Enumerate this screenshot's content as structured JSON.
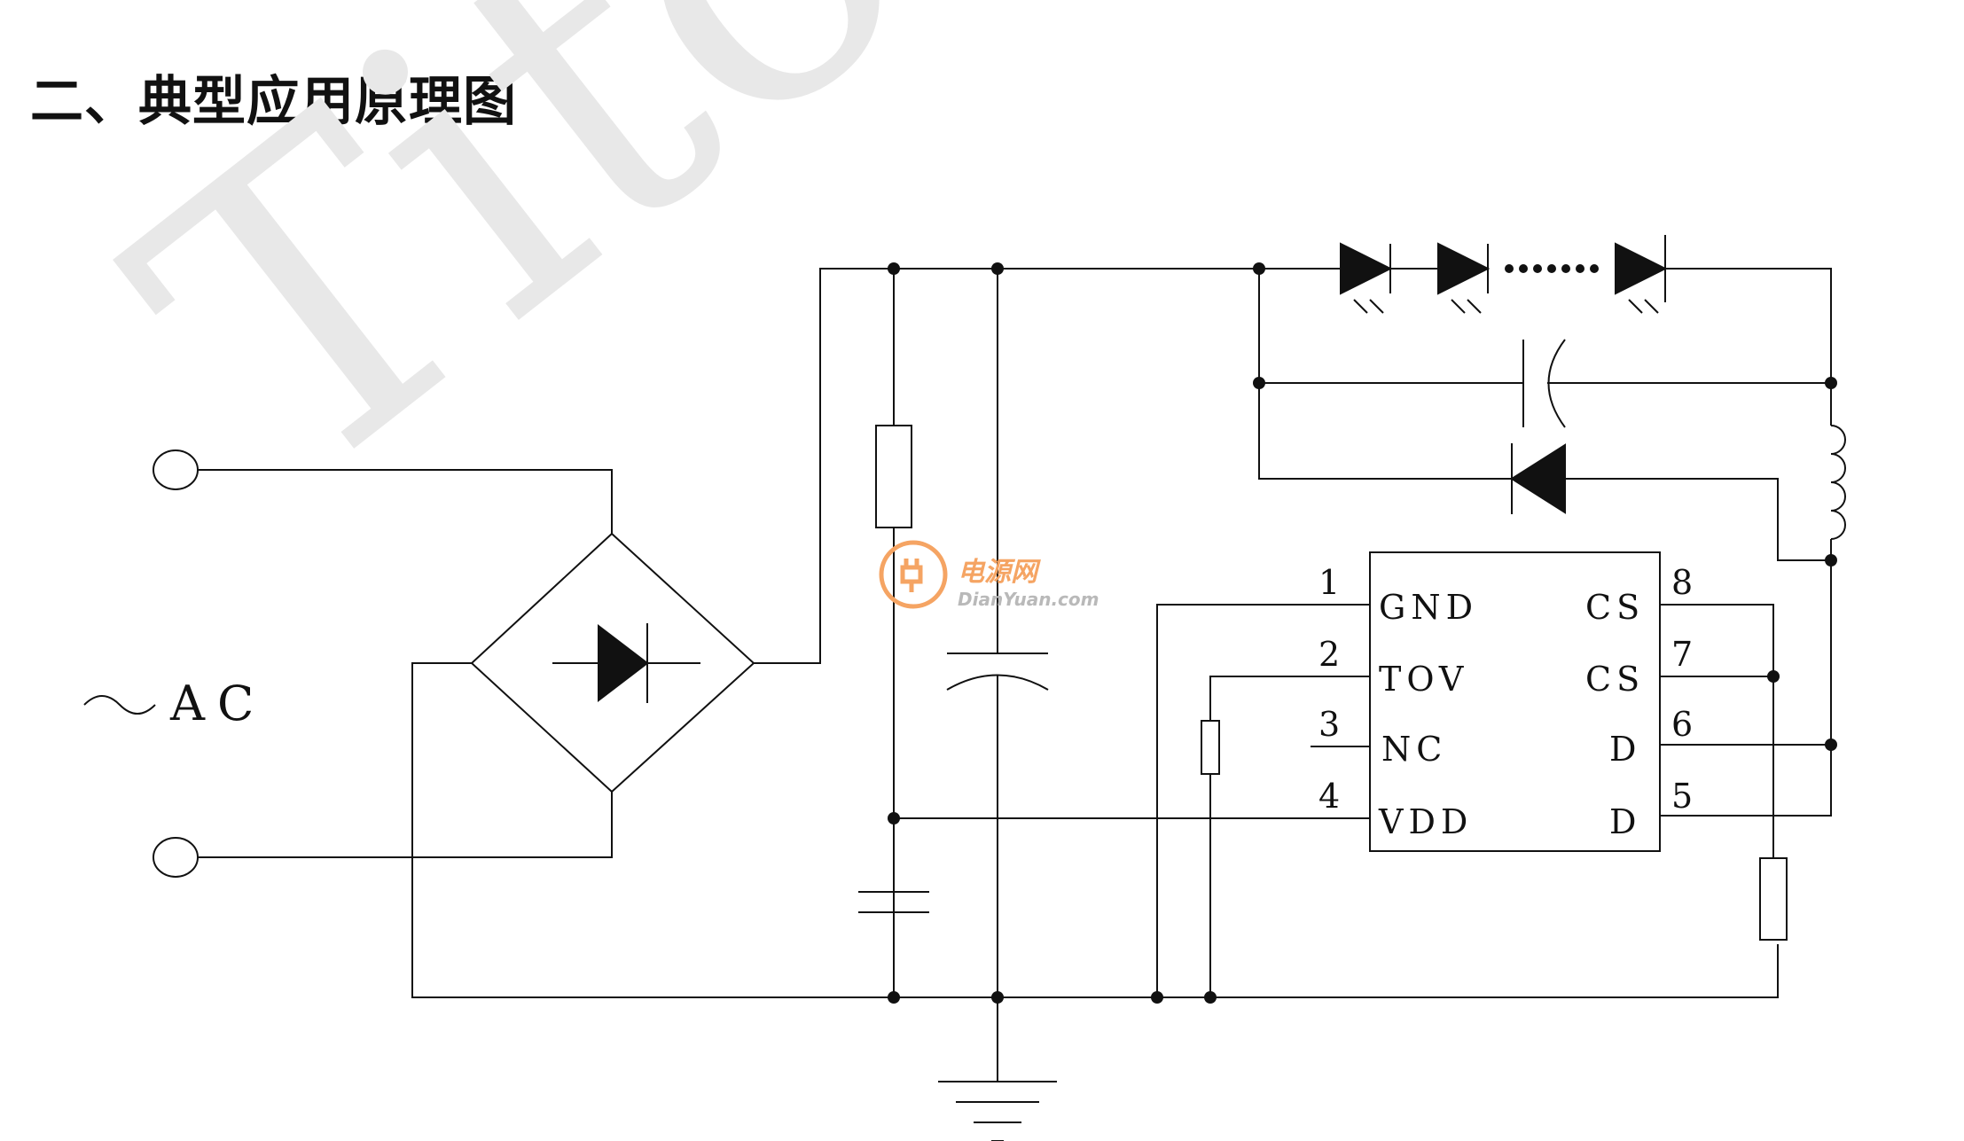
{
  "title": "二、典型应用原理图",
  "watermark": {
    "text": "Tito",
    "site_cn": "电源网",
    "site_en": "DianYuan.com",
    "logo_color": "#f5a463"
  },
  "source_label": "AC",
  "source_symbol": "~",
  "ic": {
    "left_pins": [
      {
        "num": "1",
        "name": "GND"
      },
      {
        "num": "2",
        "name": "TOV"
      },
      {
        "num": "3",
        "name": "NC"
      },
      {
        "num": "4",
        "name": "VDD"
      }
    ],
    "right_pins": [
      {
        "num": "8",
        "name": "CS"
      },
      {
        "num": "7",
        "name": "CS"
      },
      {
        "num": "6",
        "name": "D"
      },
      {
        "num": "5",
        "name": "D"
      }
    ]
  },
  "colors": {
    "line": "#111111",
    "watermark": "#e6e6e6"
  }
}
